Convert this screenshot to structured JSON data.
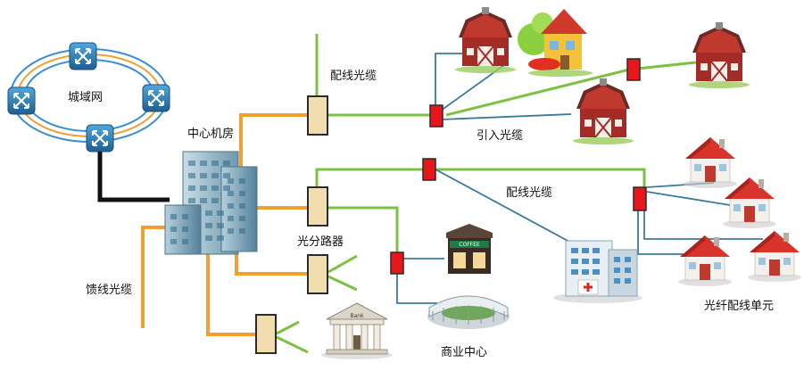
{
  "labels": {
    "metro_network": "城域网",
    "central_office": "中心机房",
    "distribution_cable_top": "配线光缆",
    "drop_cable": "引入光缆",
    "distribution_cable_mid": "配线光缆",
    "splitter": "光分路器",
    "feeder_cable": "馈线光缆",
    "fiber_distribution_unit": "光纤配线单元",
    "commercial_center": "商业中心",
    "bank_sign": "Bank",
    "coffee_sign": "COFFEE"
  },
  "colors": {
    "feeder": "#f0a030",
    "distribution": "#7dc142",
    "drop": "#3a7a9c",
    "backbone": "#111111",
    "ring_blue": "#3a8fd0",
    "ring_orange": "#f0a030",
    "router": "#2d7fb8",
    "splitter_box": "#f2ddb0",
    "terminal_box": "#e8161b",
    "barn_red": "#b0302c",
    "house_roof": "#d9342b"
  }
}
